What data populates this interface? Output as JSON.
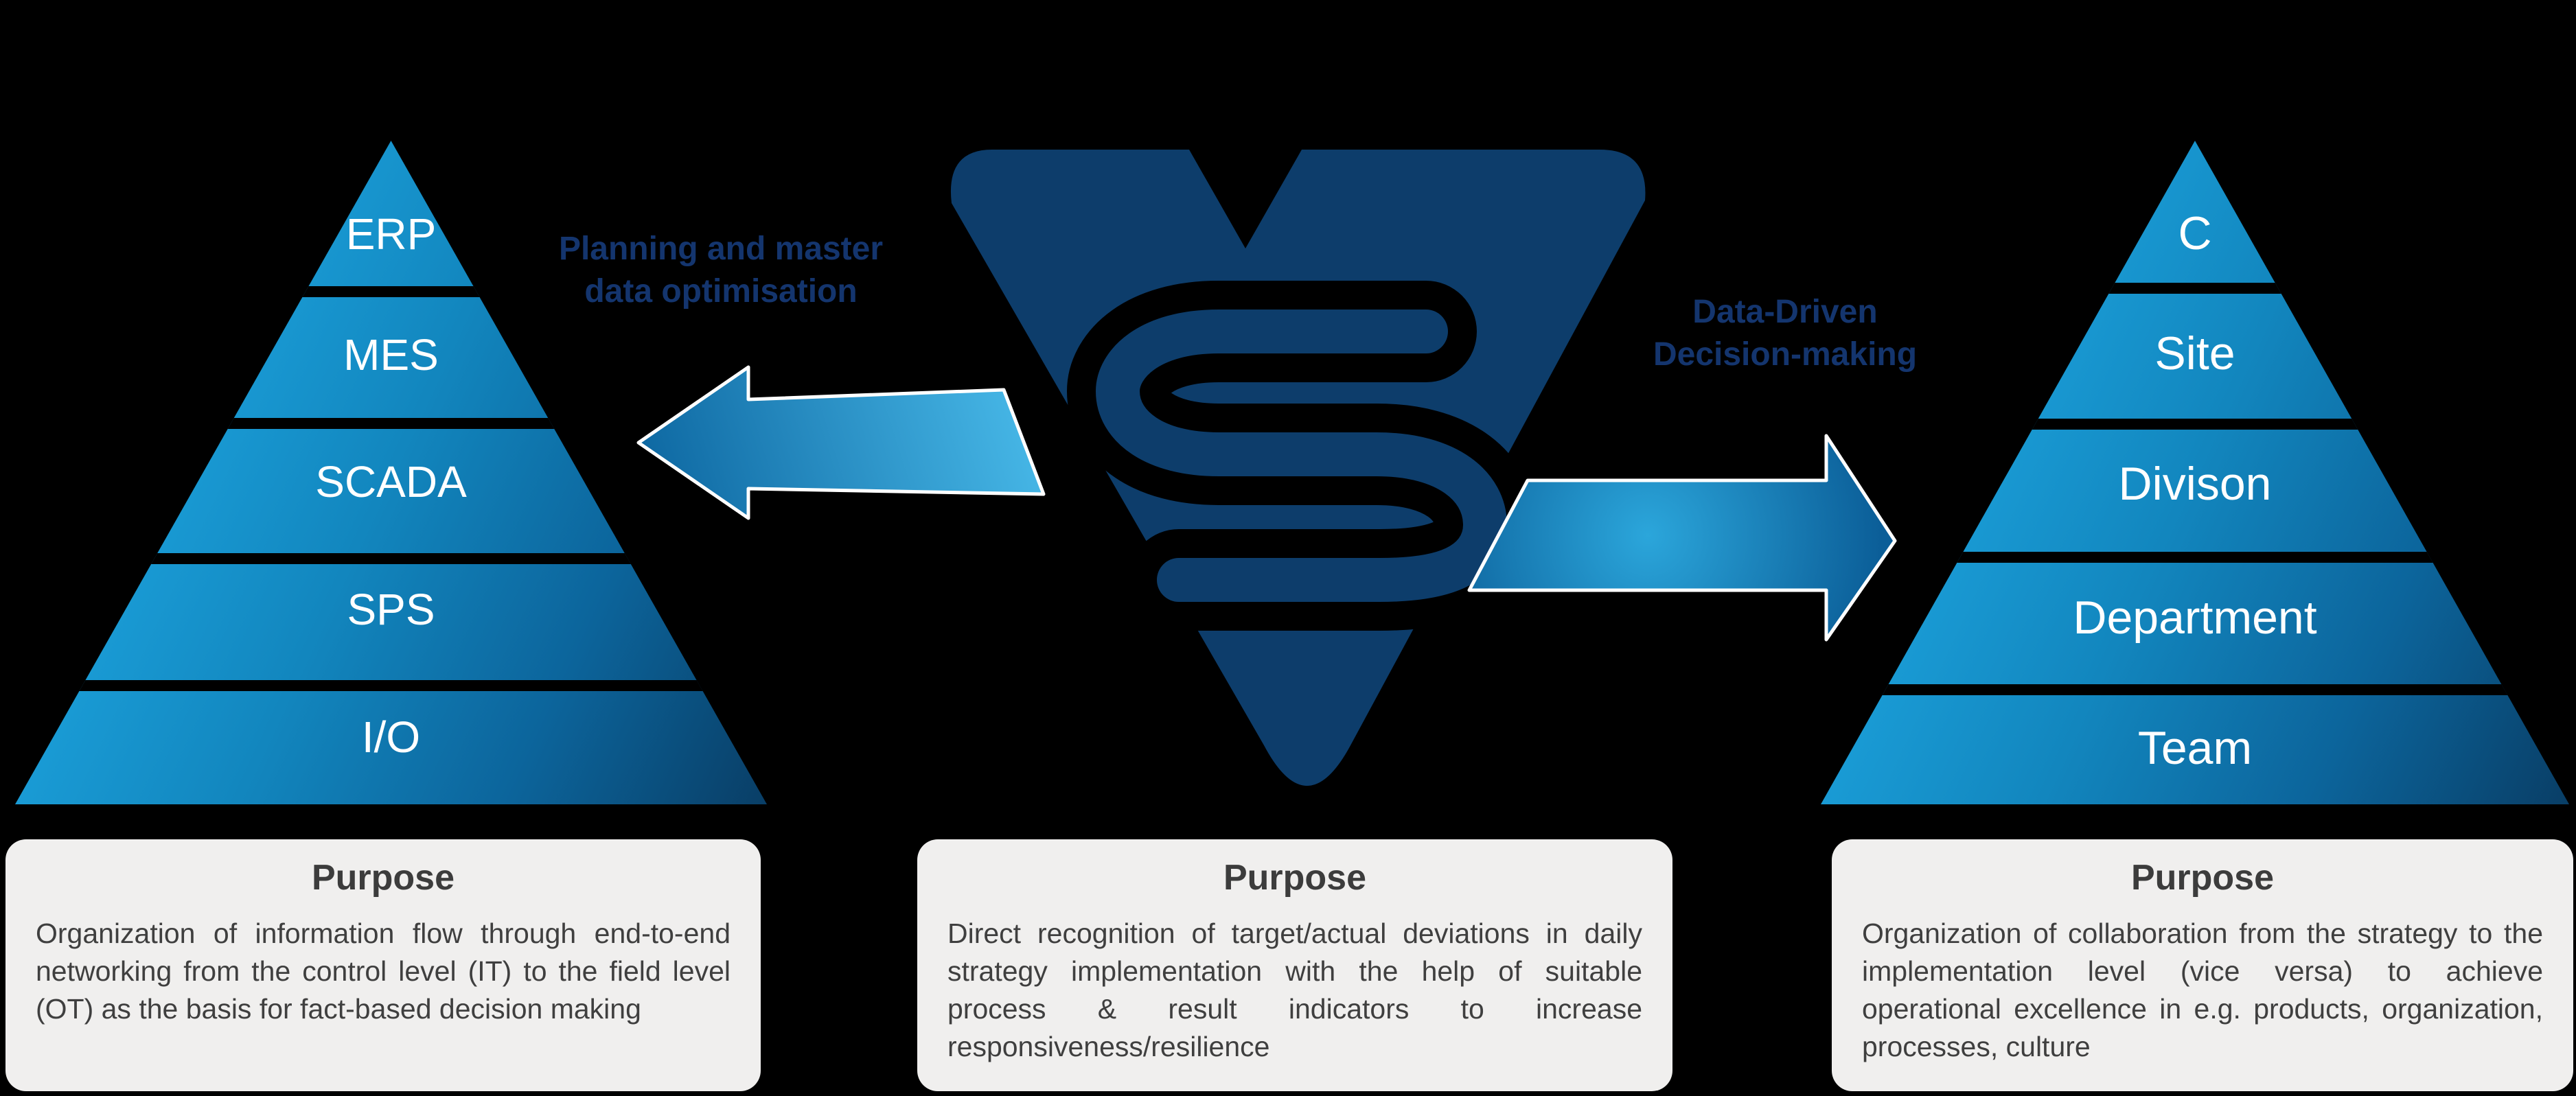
{
  "colors": {
    "background": "#000000",
    "pyramid_gradient_start": "#3ab2e6",
    "pyramid_gradient_end": "#093e66",
    "logo_navy": "#0d3d6b",
    "caption_navy": "#14356e",
    "arrow_light": "#4abceb",
    "arrow_dark": "#0d67a1",
    "card_background": "#f0efee",
    "card_text": "#3f3f3f",
    "layer_text": "#ffffff"
  },
  "logo": {
    "name": "SV monogram"
  },
  "left_pyramid": {
    "layers": [
      "ERP",
      "MES",
      "SCADA",
      "SPS",
      "I/O"
    ]
  },
  "right_pyramid": {
    "layers": [
      "C",
      "Site",
      "Divison",
      "Department",
      "Team"
    ]
  },
  "arrows": {
    "left": {
      "line1": "Planning and master",
      "line2": "data optimisation",
      "direction": "left"
    },
    "right": {
      "line1": "Data-Driven",
      "line2": "Decision-making",
      "direction": "right"
    }
  },
  "cards": [
    {
      "title": "Purpose",
      "body": "Organization of information flow through end-to-end networking from the control level (IT) to the field level (OT) as the basis for fact-based decision making"
    },
    {
      "title": "Purpose",
      "body": "Direct recognition of target/actual deviations in daily strategy implementation with the help of suitable process & result indicators to increase responsiveness/resilience"
    },
    {
      "title": "Purpose",
      "body": "Organization of collaboration from the strategy to the implementation level (vice versa) to achieve operational excellence in e.g. products, organization, processes, culture"
    }
  ]
}
